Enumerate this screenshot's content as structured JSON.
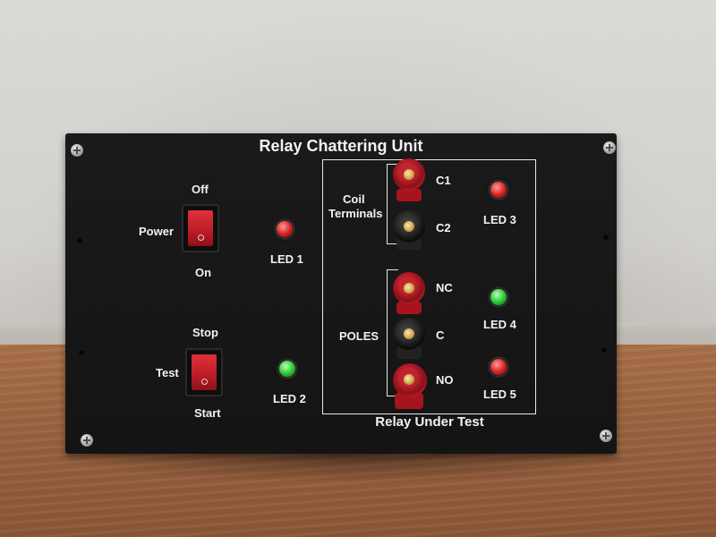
{
  "panel": {
    "title": "Relay Chattering Unit",
    "section_title": "Relay Under Test"
  },
  "power_switch": {
    "label": "Power",
    "top_label": "Off",
    "bottom_label": "On",
    "color": "#c8202b"
  },
  "test_switch": {
    "label": "Test",
    "top_label": "Stop",
    "bottom_label": "Start",
    "color": "#c8202b"
  },
  "leds": [
    {
      "label": "LED 1",
      "color": "red"
    },
    {
      "label": "LED 2",
      "color": "green"
    },
    {
      "label": "LED 3",
      "color": "red"
    },
    {
      "label": "LED 4",
      "color": "green"
    },
    {
      "label": "LED 5",
      "color": "red"
    }
  ],
  "coil": {
    "label_line1": "Coil",
    "label_line2": "Terminals",
    "terminals": [
      {
        "label": "C1",
        "color": "red"
      },
      {
        "label": "C2",
        "color": "black"
      }
    ]
  },
  "poles": {
    "label": "POLES",
    "terminals": [
      {
        "label": "NC",
        "color": "red"
      },
      {
        "label": "C",
        "color": "black"
      },
      {
        "label": "NO",
        "color": "red"
      }
    ]
  },
  "colors": {
    "panel": "#161616",
    "led_red": "#d41e1e",
    "led_green": "#24c42e",
    "terminal_red": "#c2242e",
    "terminal_black": "#1a1a1a",
    "desk": "#9a6340",
    "wall": "#d6d4d0"
  }
}
